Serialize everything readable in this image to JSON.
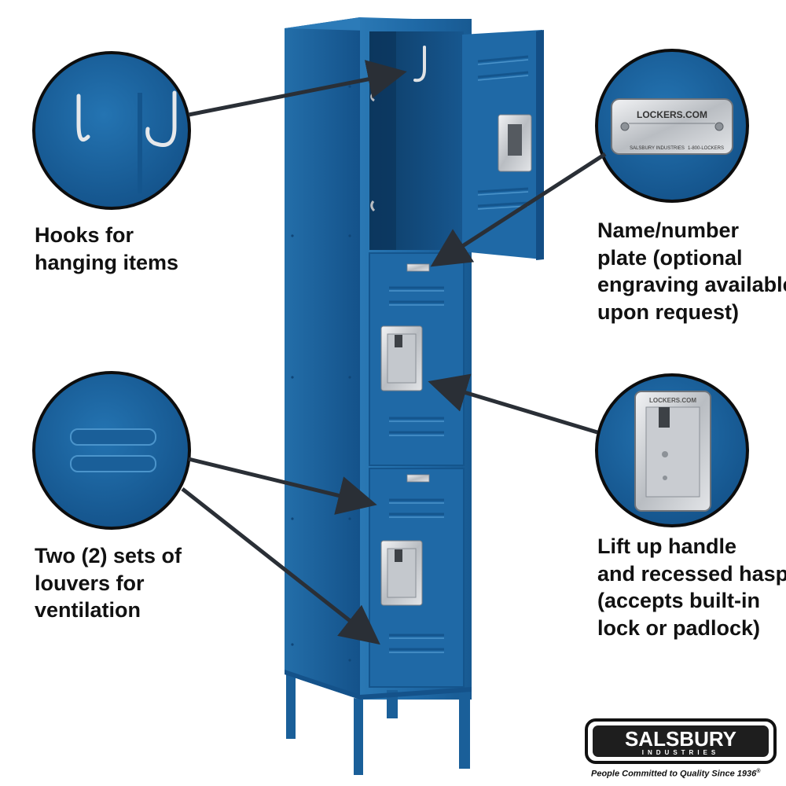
{
  "callouts": {
    "hooks": {
      "lines": [
        "Hooks for",
        "hanging items"
      ]
    },
    "nameplate": {
      "lines": [
        "Name/number",
        "plate (optional",
        "engraving available",
        "upon request)"
      ]
    },
    "louvers": {
      "lines": [
        "Two (2) sets of",
        "louvers for",
        "ventilation"
      ]
    },
    "handle": {
      "lines": [
        "Lift up handle",
        "and recessed hasp",
        "(accepts built-in",
        "lock or padlock)"
      ]
    }
  },
  "plate": {
    "brand": "LOCKERS.COM",
    "footer_left": "SALSBURY INDUSTRIES",
    "footer_right": "1-800-LOCKERS"
  },
  "hasp": {
    "brand": "LOCKERS.COM"
  },
  "logo": {
    "name": "SALSBURY",
    "sub": "INDUSTRIES"
  },
  "tagline": {
    "text": "People Committed to Quality Since 1936",
    "mark": "®"
  },
  "colors": {
    "locker_blue": "#1f6aa5",
    "locker_dark": "#0f4678",
    "chrome": "#c9ccd0",
    "arrow": "#2a2f36"
  }
}
